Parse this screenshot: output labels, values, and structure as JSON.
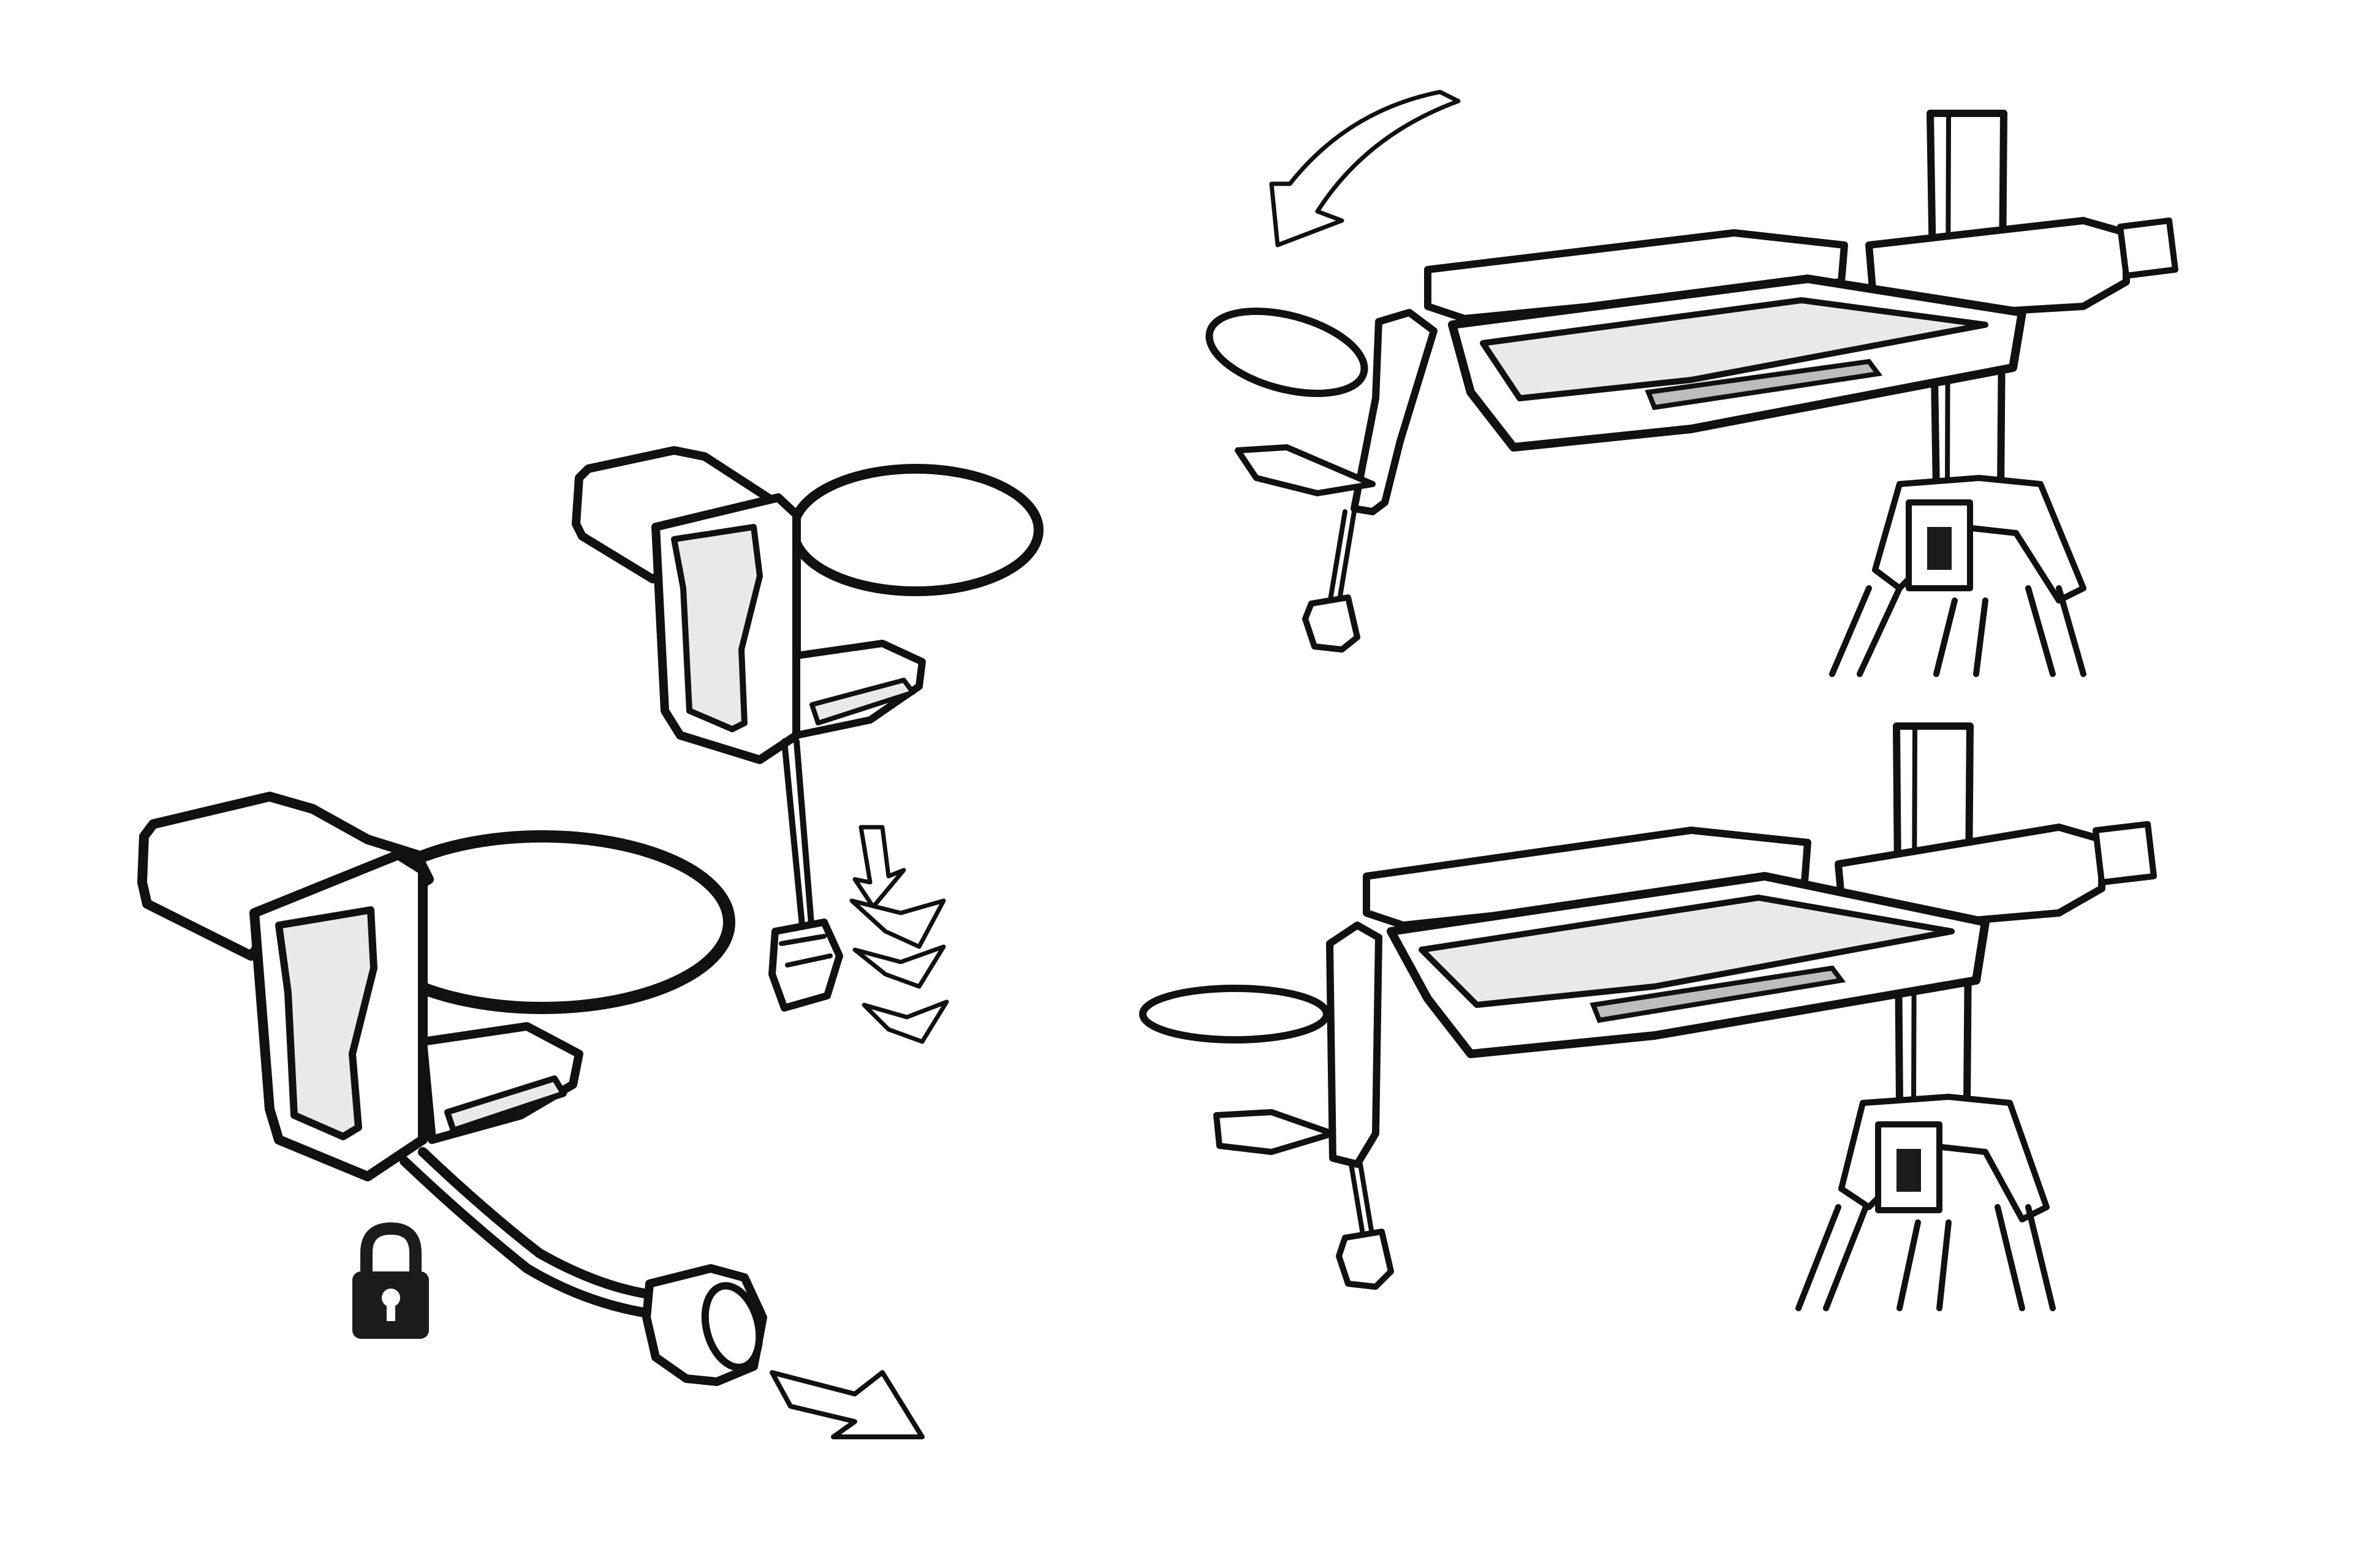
{
  "figure": {
    "panels": [
      {
        "name": "clamp-detail-left",
        "step": "attach-clamp-and-lock"
      },
      {
        "name": "tray-mount-top",
        "step": "swing-tray-onto-pole"
      },
      {
        "name": "tray-mount-bottom",
        "step": "tray-mounted"
      }
    ],
    "icons": [
      "lock-icon",
      "down-arrows-icon",
      "pull-arrow-icon",
      "rotate-arrow-icon"
    ],
    "colors": {
      "line": "#111111",
      "fill": "#ffffff",
      "shade": "#e9e9e9",
      "slot": "#bdbdbd"
    }
  }
}
